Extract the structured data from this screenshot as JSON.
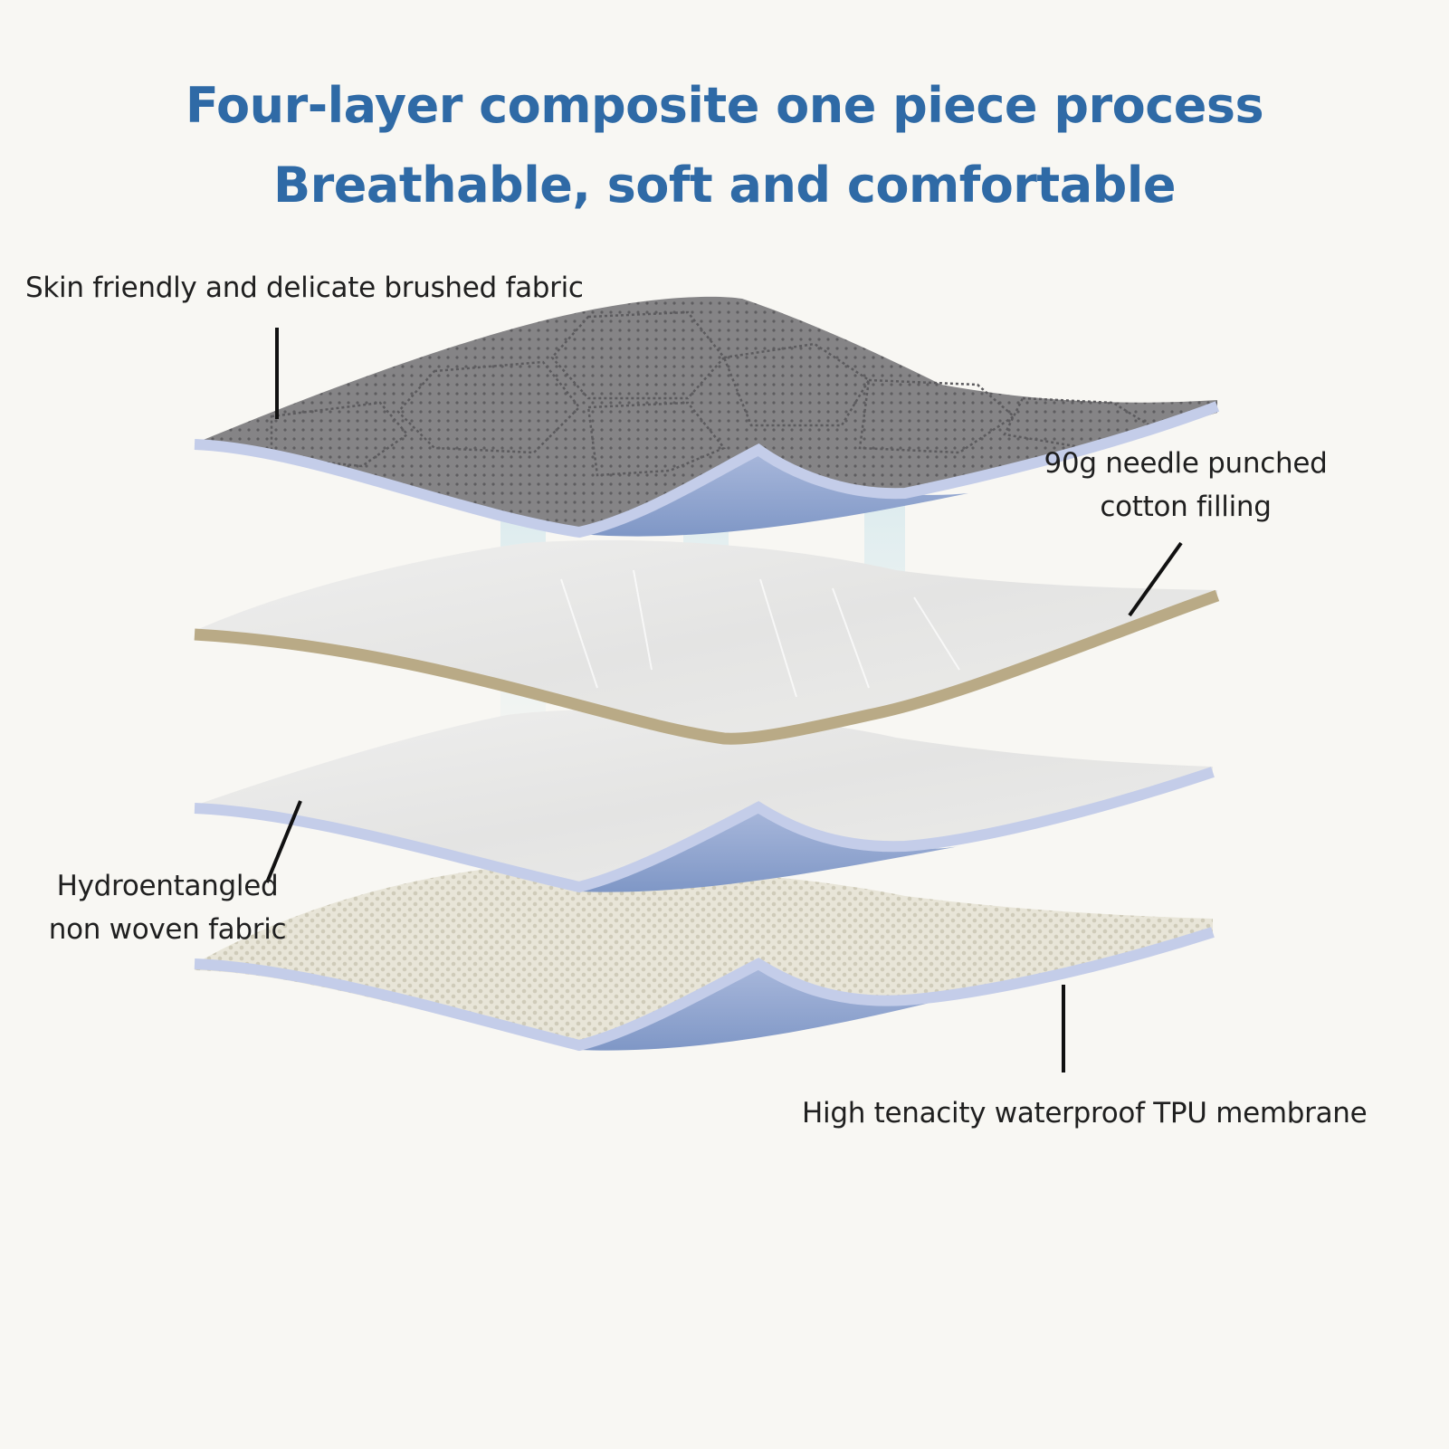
{
  "title_line1": "Four-layer composite one piece process",
  "title_line2": "Breathable, soft and comfortable",
  "layers": [
    {
      "label": "Skin friendly and delicate brushed fabric"
    },
    {
      "label": "90g needle punched cotton filling"
    },
    {
      "label": "Hydroentangled non woven fabric"
    },
    {
      "label": "High tenacity waterproof TPU membrane"
    }
  ],
  "colors": {
    "title": "#2f6aa6",
    "background": "#f8f7f3",
    "quilted_layer": "#7c7b7d",
    "edge_blue": "#c4cde9",
    "underside_blue": "#8ea6cf",
    "cotton_edge": "#b9aa86"
  }
}
